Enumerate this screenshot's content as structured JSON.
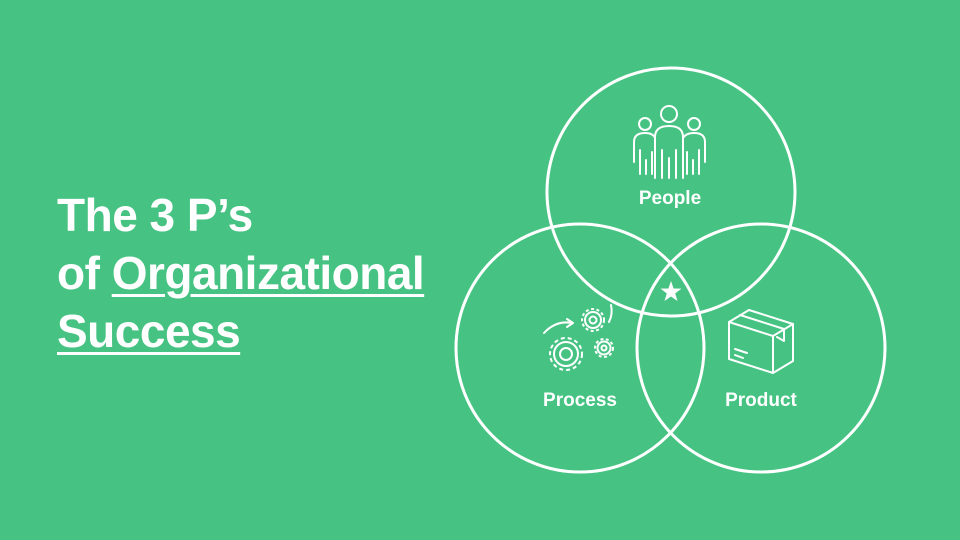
{
  "slide": {
    "title_line1": "The 3 P’s",
    "title_line2_prefix": "of ",
    "title_line2_underlined": "Organizational",
    "title_line3_underlined": "Success"
  },
  "diagram": {
    "type": "venn",
    "circles": [
      {
        "label": "People",
        "icon": "people-group-icon"
      },
      {
        "label": "Process",
        "icon": "gears-icon"
      },
      {
        "label": "Product",
        "icon": "box-icon"
      }
    ],
    "center_icon": "star-icon"
  },
  "colors": {
    "background": "#46c382",
    "foreground": "#ffffff"
  }
}
